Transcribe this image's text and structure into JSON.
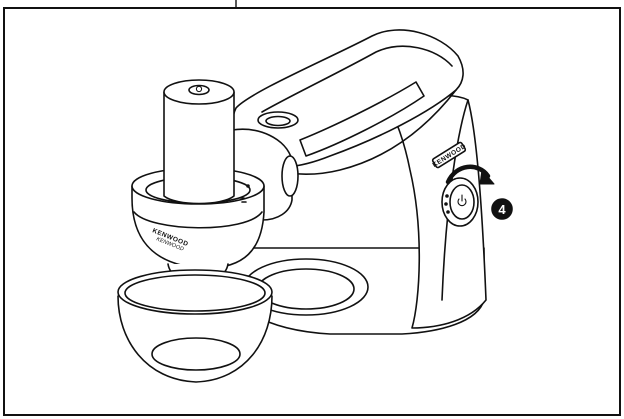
{
  "figure": {
    "brand_on_attachment": "KENWOOD",
    "model_on_attachment": "KENWOOD",
    "brand_on_mixer": "KENWOOD",
    "step_number": "4"
  },
  "colors": {
    "line": "#111111",
    "background": "#ffffff",
    "callout_fill": "#111111",
    "callout_text": "#ffffff"
  },
  "icons": [
    "power-icon",
    "rotate-arrow-icon"
  ]
}
